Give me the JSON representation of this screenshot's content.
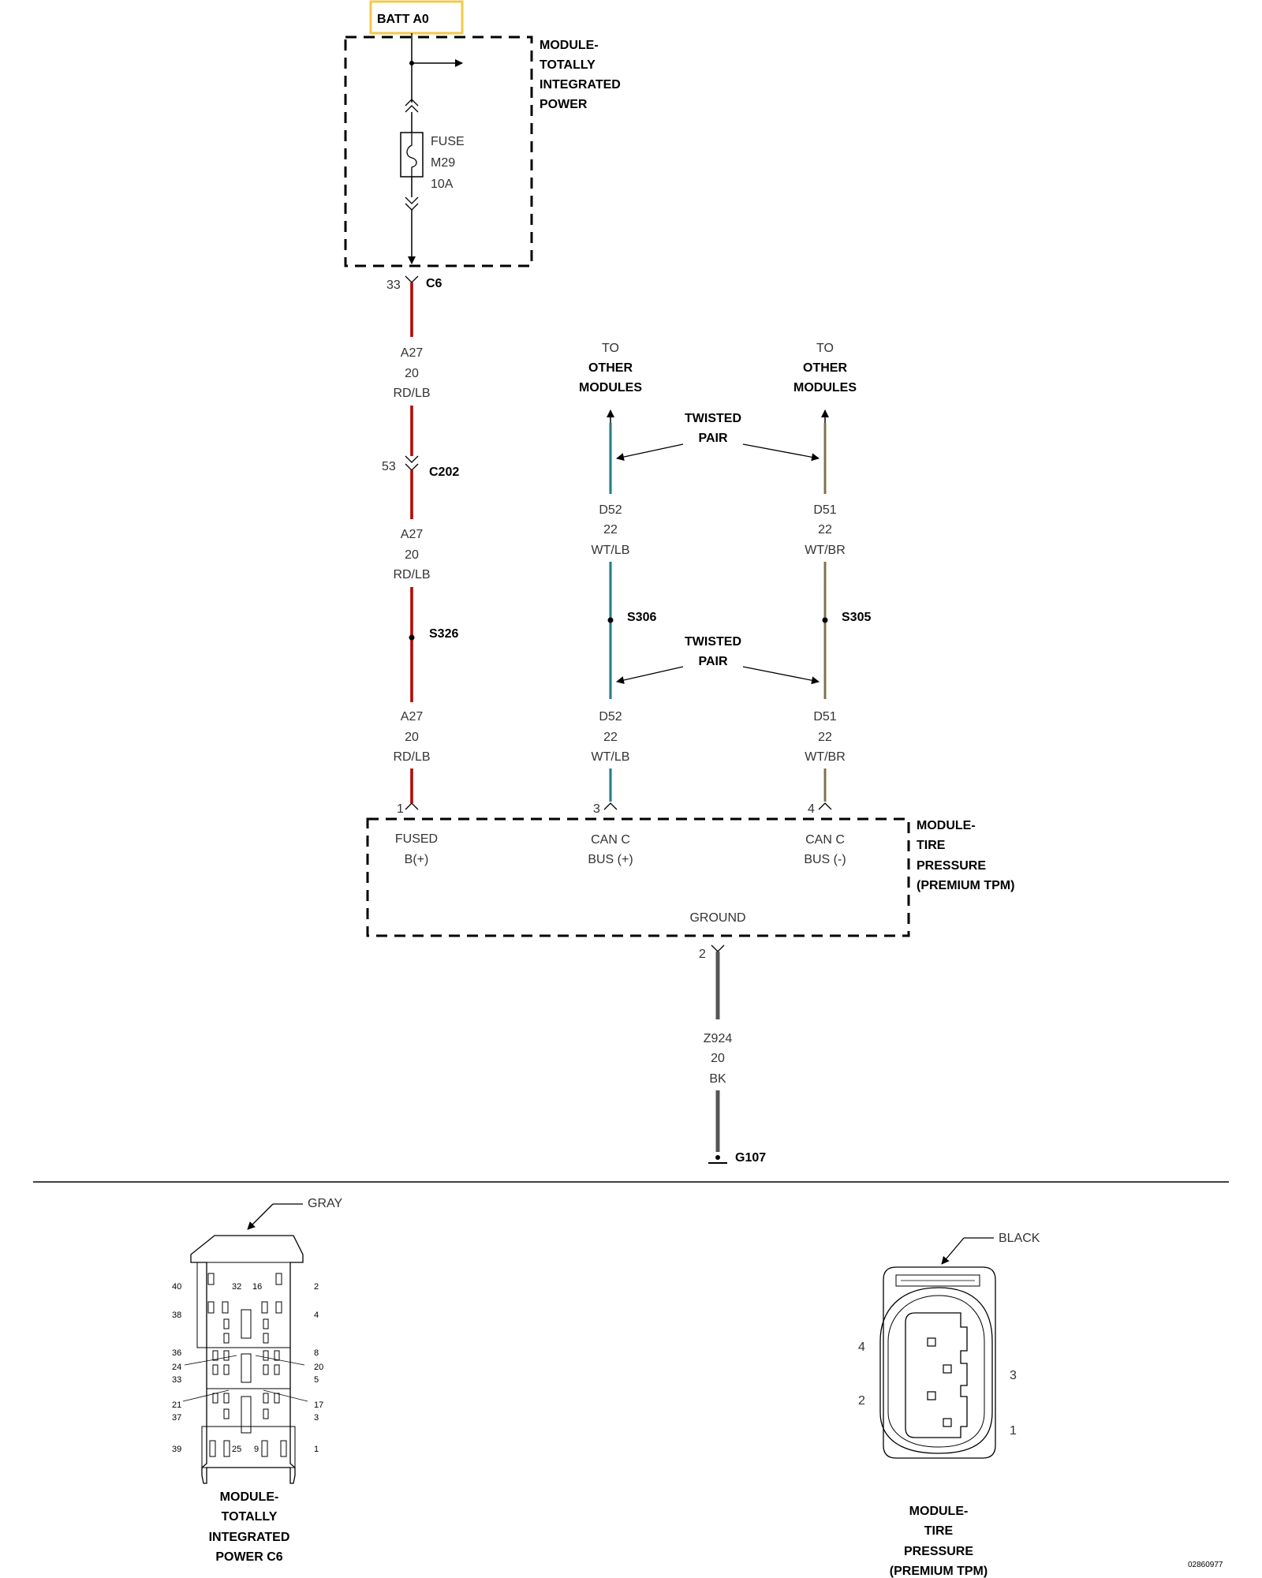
{
  "source_block": {
    "label": "BATT A0",
    "highlight_color": "#f2c94c"
  },
  "tipm": {
    "title_lines": [
      "MODULE-",
      "TOTALLY",
      "INTEGRATED",
      "POWER"
    ],
    "fuse_lines": [
      "FUSE",
      "M29",
      "10A"
    ]
  },
  "connector_c6": {
    "pin": "33",
    "name": "C6"
  },
  "wire_a27": [
    {
      "circuit": "A27",
      "gauge": "20",
      "color": "RD/LB"
    },
    {
      "circuit": "A27",
      "gauge": "20",
      "color": "RD/LB"
    },
    {
      "circuit": "A27",
      "gauge": "20",
      "color": "RD/LB"
    }
  ],
  "connector_c202": {
    "pin": "53",
    "name": "C202"
  },
  "splice_s326": "S326",
  "to_other_modules": [
    "TO",
    "OTHER",
    "MODULES"
  ],
  "twisted_pair": [
    "TWISTED",
    "PAIR"
  ],
  "wire_d52": [
    {
      "circuit": "D52",
      "gauge": "22",
      "color": "WT/LB"
    },
    {
      "circuit": "D52",
      "gauge": "22",
      "color": "WT/LB"
    }
  ],
  "wire_d51": [
    {
      "circuit": "D51",
      "gauge": "22",
      "color": "WT/BR"
    },
    {
      "circuit": "D51",
      "gauge": "22",
      "color": "WT/BR"
    }
  ],
  "splice_s306": "S306",
  "splice_s305": "S305",
  "tpm_module": {
    "pins": [
      "1",
      "3",
      "4",
      "2"
    ],
    "title_lines": [
      "MODULE-",
      "TIRE",
      "PRESSURE",
      "(PREMIUM TPM)"
    ],
    "fused_lines": [
      "FUSED",
      "B(+)"
    ],
    "canh_lines": [
      "CAN C",
      "BUS (+)"
    ],
    "canl_lines": [
      "CAN C",
      "BUS (-)"
    ],
    "ground": "GROUND"
  },
  "wire_z924": {
    "circuit": "Z924",
    "gauge": "20",
    "color": "BK"
  },
  "ground_g107": "G107",
  "c6_connector_view": {
    "color_label": "GRAY",
    "pins": [
      "40",
      "32",
      "16",
      "2",
      "38",
      "4",
      "36",
      "8",
      "24",
      "20",
      "33",
      "5",
      "21",
      "17",
      "37",
      "3",
      "39",
      "25",
      "9",
      "1"
    ],
    "title_lines": [
      "MODULE-",
      "TOTALLY",
      "INTEGRATED",
      "POWER C6"
    ]
  },
  "tpm_connector_view": {
    "color_label": "BLACK",
    "pins": [
      "4",
      "2",
      "3",
      "1"
    ],
    "title_lines": [
      "MODULE-",
      "TIRE",
      "PRESSURE",
      "(PREMIUM TPM)"
    ]
  },
  "doc_id": "02860977",
  "wire_colors": {
    "red": "#d42a2a",
    "light_blue": "#39d4e8",
    "tan": "#c9bf9a",
    "black": "#555555"
  }
}
